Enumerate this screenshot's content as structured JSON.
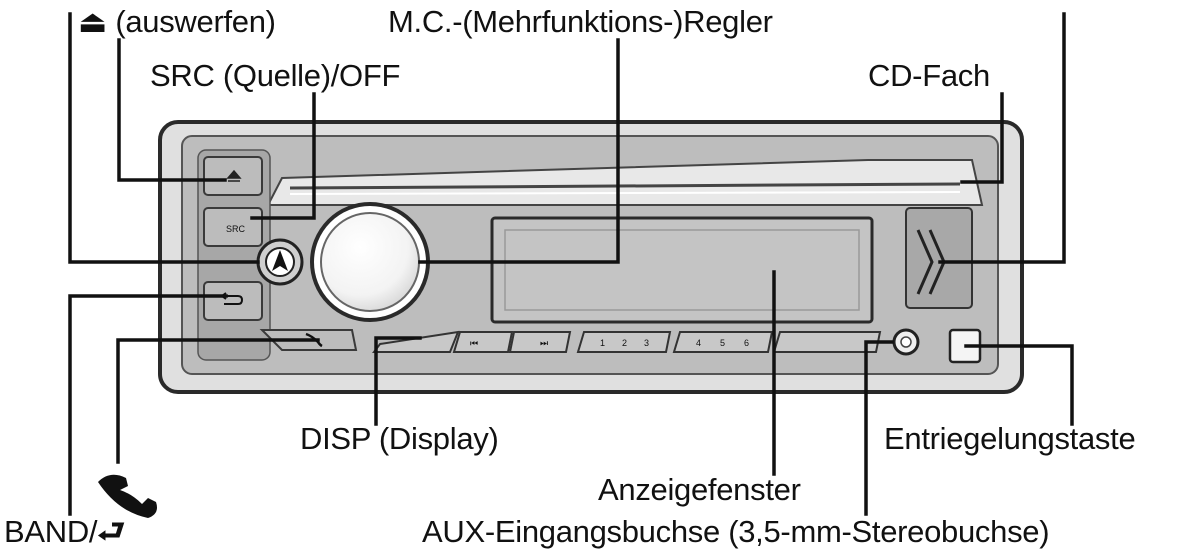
{
  "labels": {
    "eject": "(auswerfen)",
    "mc_dial": "M.C.-(Mehrfunktions-)Regler",
    "src_off": "SRC (Quelle)/OFF",
    "cd_slot": "CD-Fach",
    "disp": "DISP (Display)",
    "release": "Entriegelungstaste",
    "display_window": "Anzeigefenster",
    "band": "BAND/",
    "aux_jack": "AUX-Eingangsbuchse (3,5-mm-Stereobuchse)"
  },
  "device": {
    "src_button": "SRC",
    "preset_buttons": [
      "1",
      "2",
      "3",
      "4",
      "5",
      "6"
    ]
  },
  "colors": {
    "frame": "#e0e0e0",
    "body": "#bdbdbd",
    "panel": "#9a9a9a",
    "display": "#c4c4c4",
    "line": "#111111"
  }
}
